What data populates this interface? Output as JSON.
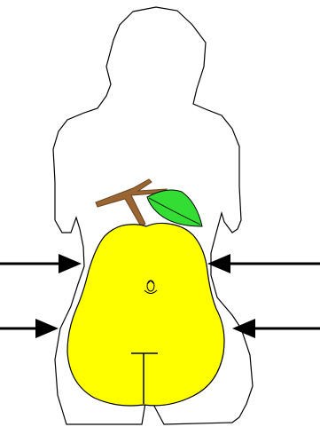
{
  "colors": {
    "background": "#ffffff",
    "outline": "#000000",
    "pear_fill": "#ffff00",
    "leaf_fill": "#33dd33",
    "stem_fill": "#996633"
  },
  "illustration": {
    "subject": "pear-shaped-body",
    "arrows": [
      {
        "side": "left",
        "row": "waist"
      },
      {
        "side": "right",
        "row": "waist"
      },
      {
        "side": "left",
        "row": "hips"
      },
      {
        "side": "right",
        "row": "hips"
      }
    ]
  }
}
